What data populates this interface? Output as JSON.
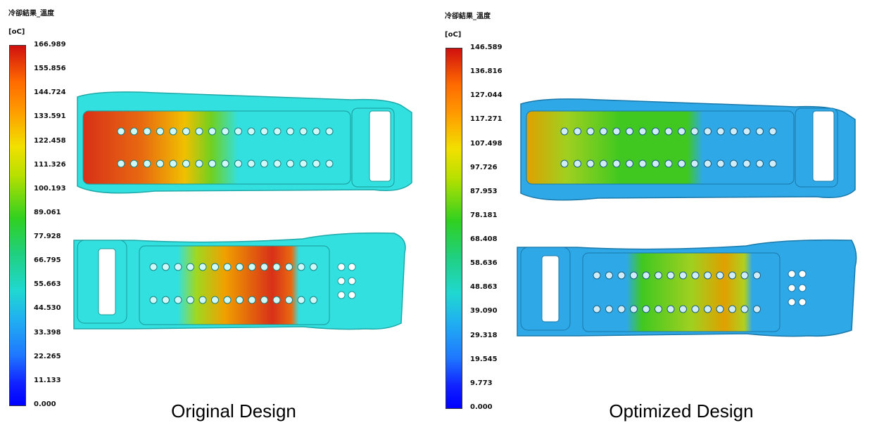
{
  "left": {
    "result_title": "冷卻結果_溫度",
    "unit": "[oC]",
    "scale_ticks": [
      "166.989",
      "155.856",
      "144.724",
      "133.591",
      "122.458",
      "111.326",
      "100.193",
      "89.061",
      "77.928",
      "66.795",
      "55.663",
      "44.530",
      "33.398",
      "22.265",
      "11.133",
      "0.000"
    ],
    "caption": "Original Design"
  },
  "right": {
    "result_title": "冷卻結果_溫度",
    "unit": "[oC]",
    "scale_ticks": [
      "146.589",
      "136.816",
      "127.044",
      "117.271",
      "107.498",
      "97.726",
      "87.953",
      "78.181",
      "68.408",
      "58.636",
      "48.863",
      "39.090",
      "29.318",
      "19.545",
      "9.773",
      "0.000"
    ],
    "caption": "Optimized Design"
  },
  "colors": {
    "hot": "#d83018",
    "warm": "#f0b000",
    "mid": "#40c820",
    "cool_left": "#33e0e0",
    "cool_right": "#2fa8e8"
  }
}
